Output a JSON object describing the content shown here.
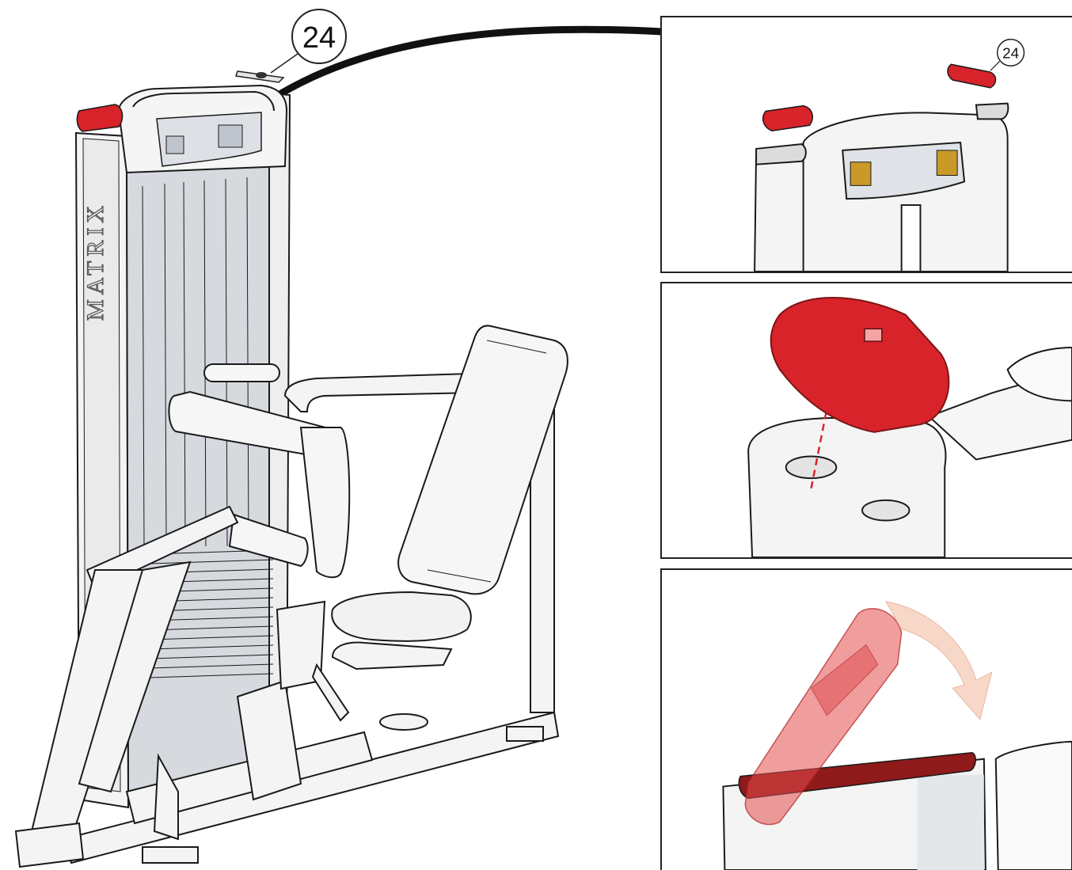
{
  "callouts": {
    "main_number": "24",
    "detail_number": "24"
  },
  "branding": {
    "frame_text": "MATRIX"
  },
  "colors": {
    "highlight_red": "#d8232a",
    "dark_red": "#8e1a1a",
    "outline": "#1a1a1a",
    "frame_fill": "#f2f2f2",
    "shadow_fill": "#cfd3d8",
    "arrow_fill": "#f7d7c8"
  },
  "panels": [
    {
      "name": "detail-top-cap-location"
    },
    {
      "name": "detail-cap-alignment"
    },
    {
      "name": "detail-cap-snap-down"
    }
  ]
}
